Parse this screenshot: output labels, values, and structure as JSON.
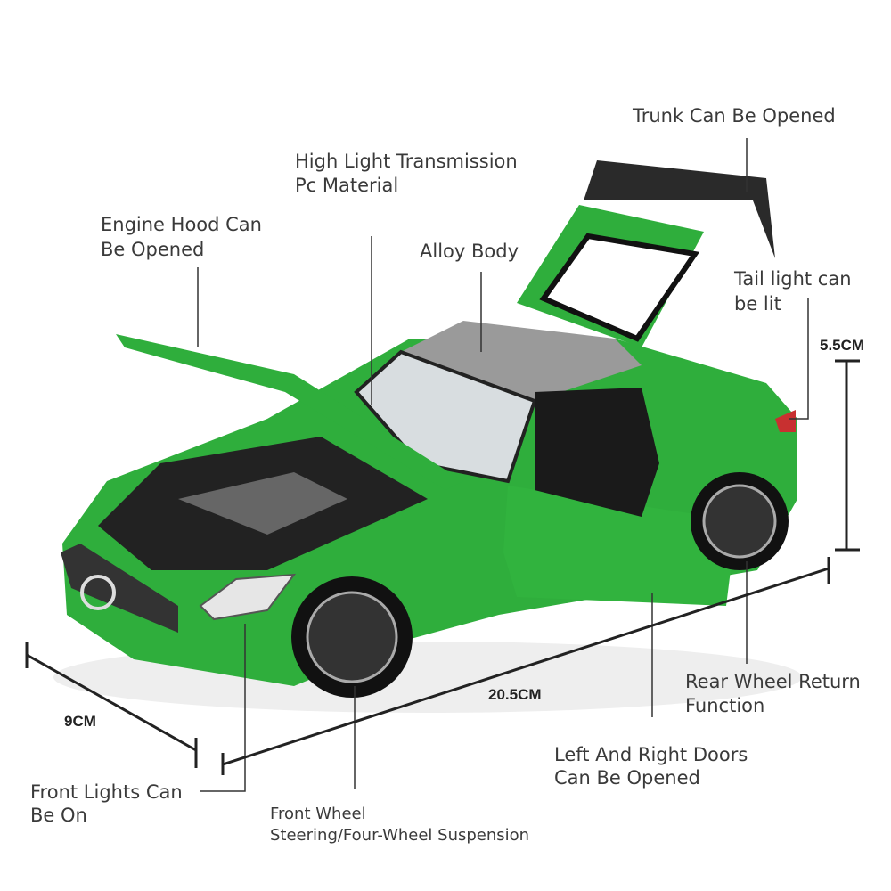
{
  "labels": {
    "trunk": "Trunk Can Be Opened",
    "pc_line1": "High Light Transmission",
    "pc_line2": "Pc Material",
    "hood_line1": "Engine Hood Can",
    "hood_line2": "Be Opened",
    "alloy": "Alloy Body",
    "tail_line1": "Tail light can",
    "tail_line2": "be lit",
    "rear_line1": "Rear Wheel Return",
    "rear_line2": "Function",
    "doors_line1": "Left And Right Doors",
    "doors_line2": "Can Be Opened",
    "front_lights_line1": "Front Lights Can",
    "front_lights_line2": "Be On",
    "front_wheel_line1": "Front Wheel",
    "front_wheel_line2": "Steering/Four-Wheel Suspension"
  },
  "dimensions": {
    "height": "5.5CM",
    "length": "20.5CM",
    "width": "9CM"
  },
  "colors": {
    "body": "#2fae3c",
    "body_dark": "#1f8a2c",
    "roof": "#9a9a9a",
    "wing": "#2a2a2a"
  }
}
